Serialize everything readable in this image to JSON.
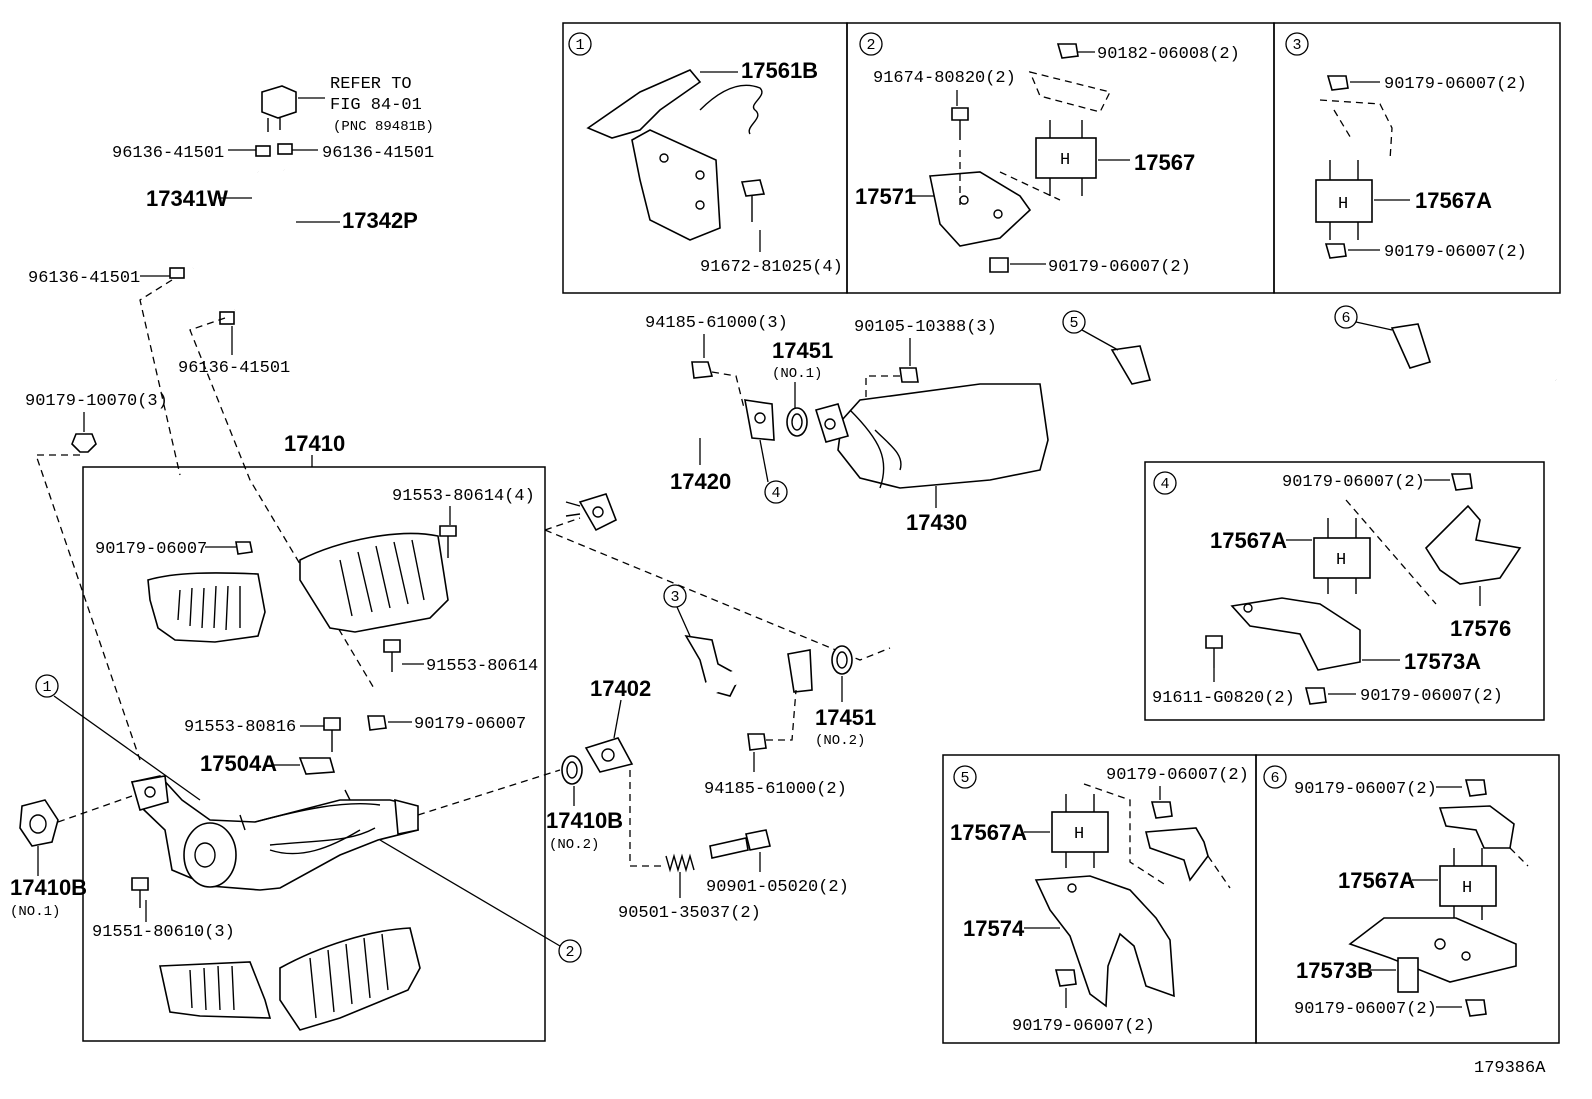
{
  "figure_id": "179386A",
  "refer_note": [
    "REFER TO",
    "FIG 84-01",
    "(PNC 89481B)"
  ],
  "callouts": [
    "1",
    "2",
    "3",
    "4",
    "5",
    "6"
  ],
  "labels": {
    "p96136_a": "96136-41501",
    "p96136_b": "96136-41501",
    "p96136_c": "96136-41501",
    "p96136_d": "96136-41501",
    "p17341W": "17341W",
    "p17342P": "17342P",
    "p90179_10070": "90179-10070(3)",
    "p17410": "17410",
    "p91553_80614_4": "91553-80614(4)",
    "p90179_06007_a": "90179-06007",
    "p91553_80614": "91553-80614",
    "p91553_80816": "91553-80816",
    "p90179_06007_b": "90179-06007",
    "p17504A": "17504A",
    "p17410B_1": "17410B",
    "no1": "(NO.1)",
    "p91551_80610": "91551-80610(3)",
    "p17561B": "17561B",
    "p91672_81025": "91672-81025(4)",
    "p91674_80820": "91674-80820(2)",
    "p90182_06008": "90182-06008(2)",
    "p17567": "17567",
    "p17571": "17571",
    "p90179_06007_c": "90179-06007(2)",
    "p90179_06007_d": "90179-06007(2)",
    "p17567A_3": "17567A",
    "p90179_06007_e": "90179-06007(2)",
    "p94185_61000_3": "94185-61000(3)",
    "p17451_1": "17451",
    "no1b": "(NO.1)",
    "p90105_10388": "90105-10388(3)",
    "p17420": "17420",
    "p17430": "17430",
    "p17402": "17402",
    "p17451_2": "17451",
    "no2": "(NO.2)",
    "p94185_61000_2": "94185-61000(2)",
    "p17410B_2": "17410B",
    "no2b": "(NO.2)",
    "p90901_05020": "90901-05020(2)",
    "p90501_35037": "90501-35037(2)",
    "p90179_06007_f": "90179-06007(2)",
    "p17567A_4": "17567A",
    "p17576": "17576",
    "p17573A": "17573A",
    "p91611_G0820": "91611-G0820(2)",
    "p90179_06007_g": "90179-06007(2)",
    "p90179_06007_h": "90179-06007(2)",
    "p17567A_5": "17567A",
    "p17574": "17574",
    "p90179_06007_i": "90179-06007(2)",
    "p90179_06007_j": "90179-06007(2)",
    "p17567A_6": "17567A",
    "p17573B": "17573B",
    "p90179_06007_k": "90179-06007(2)"
  }
}
